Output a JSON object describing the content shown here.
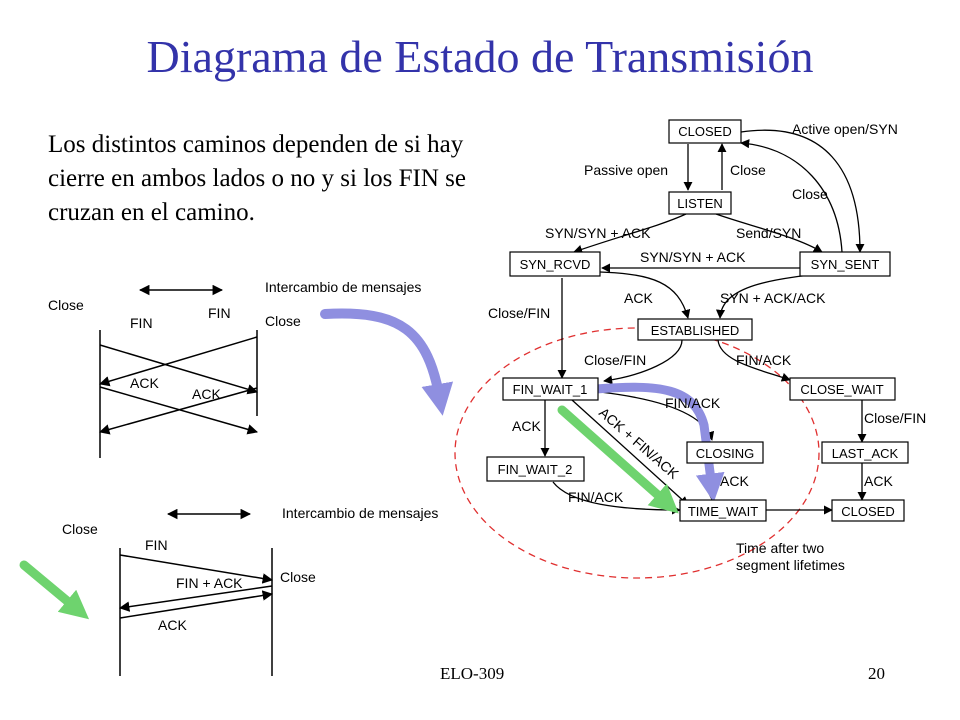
{
  "slide": {
    "title": "Diagrama de Estado de Transmisión",
    "body": "Los distintos caminos dependen de si hay cierre en ambos lados o no y si los FIN se cruzan en el camino.",
    "footer_center": "ELO-309",
    "page_number": "20"
  },
  "diagram1": {
    "header": "Intercambio de mensajes",
    "left_close": "Close",
    "right_close": "Close",
    "fin_left": "FIN",
    "fin_right": "FIN",
    "ack_left": "ACK",
    "ack_right": "ACK"
  },
  "diagram2": {
    "header": "Intercambio de mensajes",
    "left_close": "Close",
    "right_close": "Close",
    "fin": "FIN",
    "fin_ack": "FIN + ACK",
    "ack": "ACK"
  },
  "state_machine": {
    "states": {
      "closed_top": "CLOSED",
      "listen": "LISTEN",
      "syn_rcvd": "SYN_RCVD",
      "syn_sent": "SYN_SENT",
      "established": "ESTABLISHED",
      "fin_wait_1": "FIN_WAIT_1",
      "close_wait": "CLOSE_WAIT",
      "fin_wait_2": "FIN_WAIT_2",
      "closing": "CLOSING",
      "last_ack": "LAST_ACK",
      "time_wait": "TIME_WAIT",
      "closed_bottom": "CLOSED"
    },
    "labels": {
      "active_open": "Active open/SYN",
      "passive_open": "Passive open",
      "close_listen": "Close",
      "close_synsent": "Close",
      "syn_synack_left": "SYN/SYN + ACK",
      "send_syn": "Send/SYN",
      "syn_synack_mid": "SYN/SYN + ACK",
      "ack": "ACK",
      "syn_ack_ack": "SYN + ACK/ACK",
      "close_fin_left": "Close/FIN",
      "close_fin_mid": "Close/FIN",
      "fin_ack_right": "FIN/ACK",
      "fin_ack_mid": "FIN/ACK",
      "ack_fw1": "ACK",
      "ack_fin_ack": "ACK + FIN/ACK",
      "close_fin_right": "Close/FIN",
      "fin_ack_fw2": "FIN/ACK",
      "ack_closing": "ACK",
      "ack_lastack": "ACK",
      "time_after_1": "Time after two",
      "time_after_2": "segment lifetimes"
    }
  }
}
